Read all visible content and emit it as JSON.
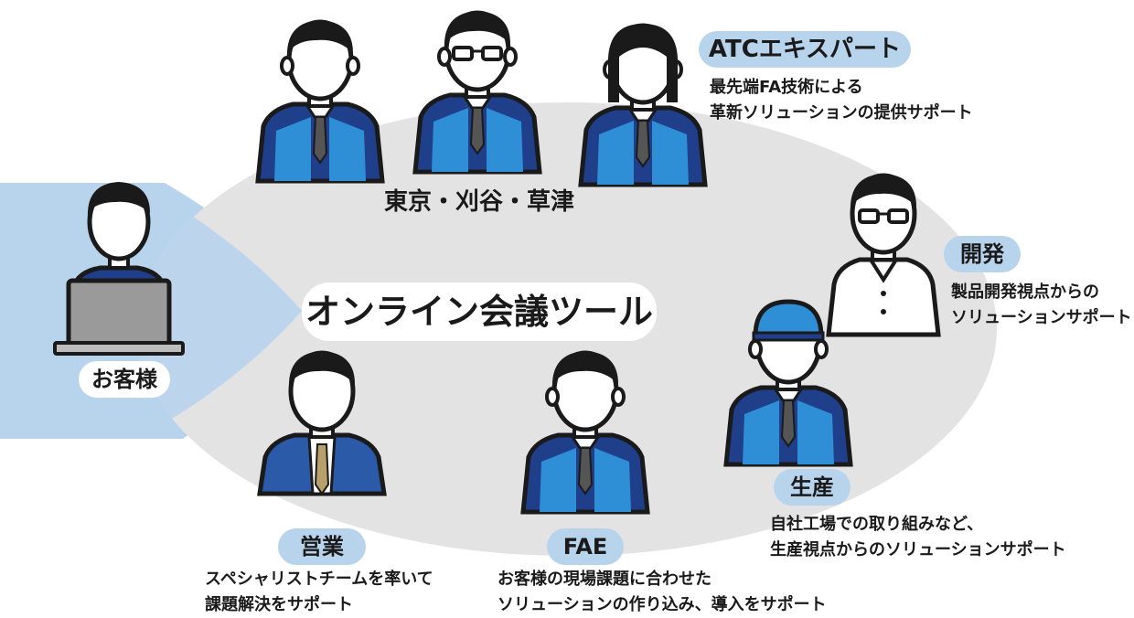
{
  "meeting_tool": {
    "label": "オンライン会議ツール"
  },
  "customer": {
    "label": "お客様"
  },
  "atc_expert": {
    "label": "ATCエキスパート",
    "desc_line1": "最先端FA技術による",
    "desc_line2": "革新ソリューションの提供サポート",
    "locations": "東京・刈谷・草津"
  },
  "development": {
    "label": "開発",
    "desc_line1": "製品開発視点からの",
    "desc_line2": "ソリューションサポート"
  },
  "production": {
    "label": "生産",
    "desc_line1": "自社工場での取り組みなど、",
    "desc_line2": "生産視点からのソリューションサポート"
  },
  "fae": {
    "label": "FAE",
    "desc_line1": "お客様の現場課題に合わせた",
    "desc_line2": "ソリューションの作り込み、導入をサポート"
  },
  "sales": {
    "label": "営業",
    "desc_line1": "スペシャリストチームを率いて",
    "desc_line2": "課題解決をサポート"
  },
  "colors": {
    "ellipse": "#e3e3e3",
    "customer_area": "#b8d3ec",
    "pill": "#b8d3ec",
    "jacket_dark": "#1f3f8a",
    "jacket_light": "#2f8fd6",
    "outline": "#1a1a1a"
  }
}
